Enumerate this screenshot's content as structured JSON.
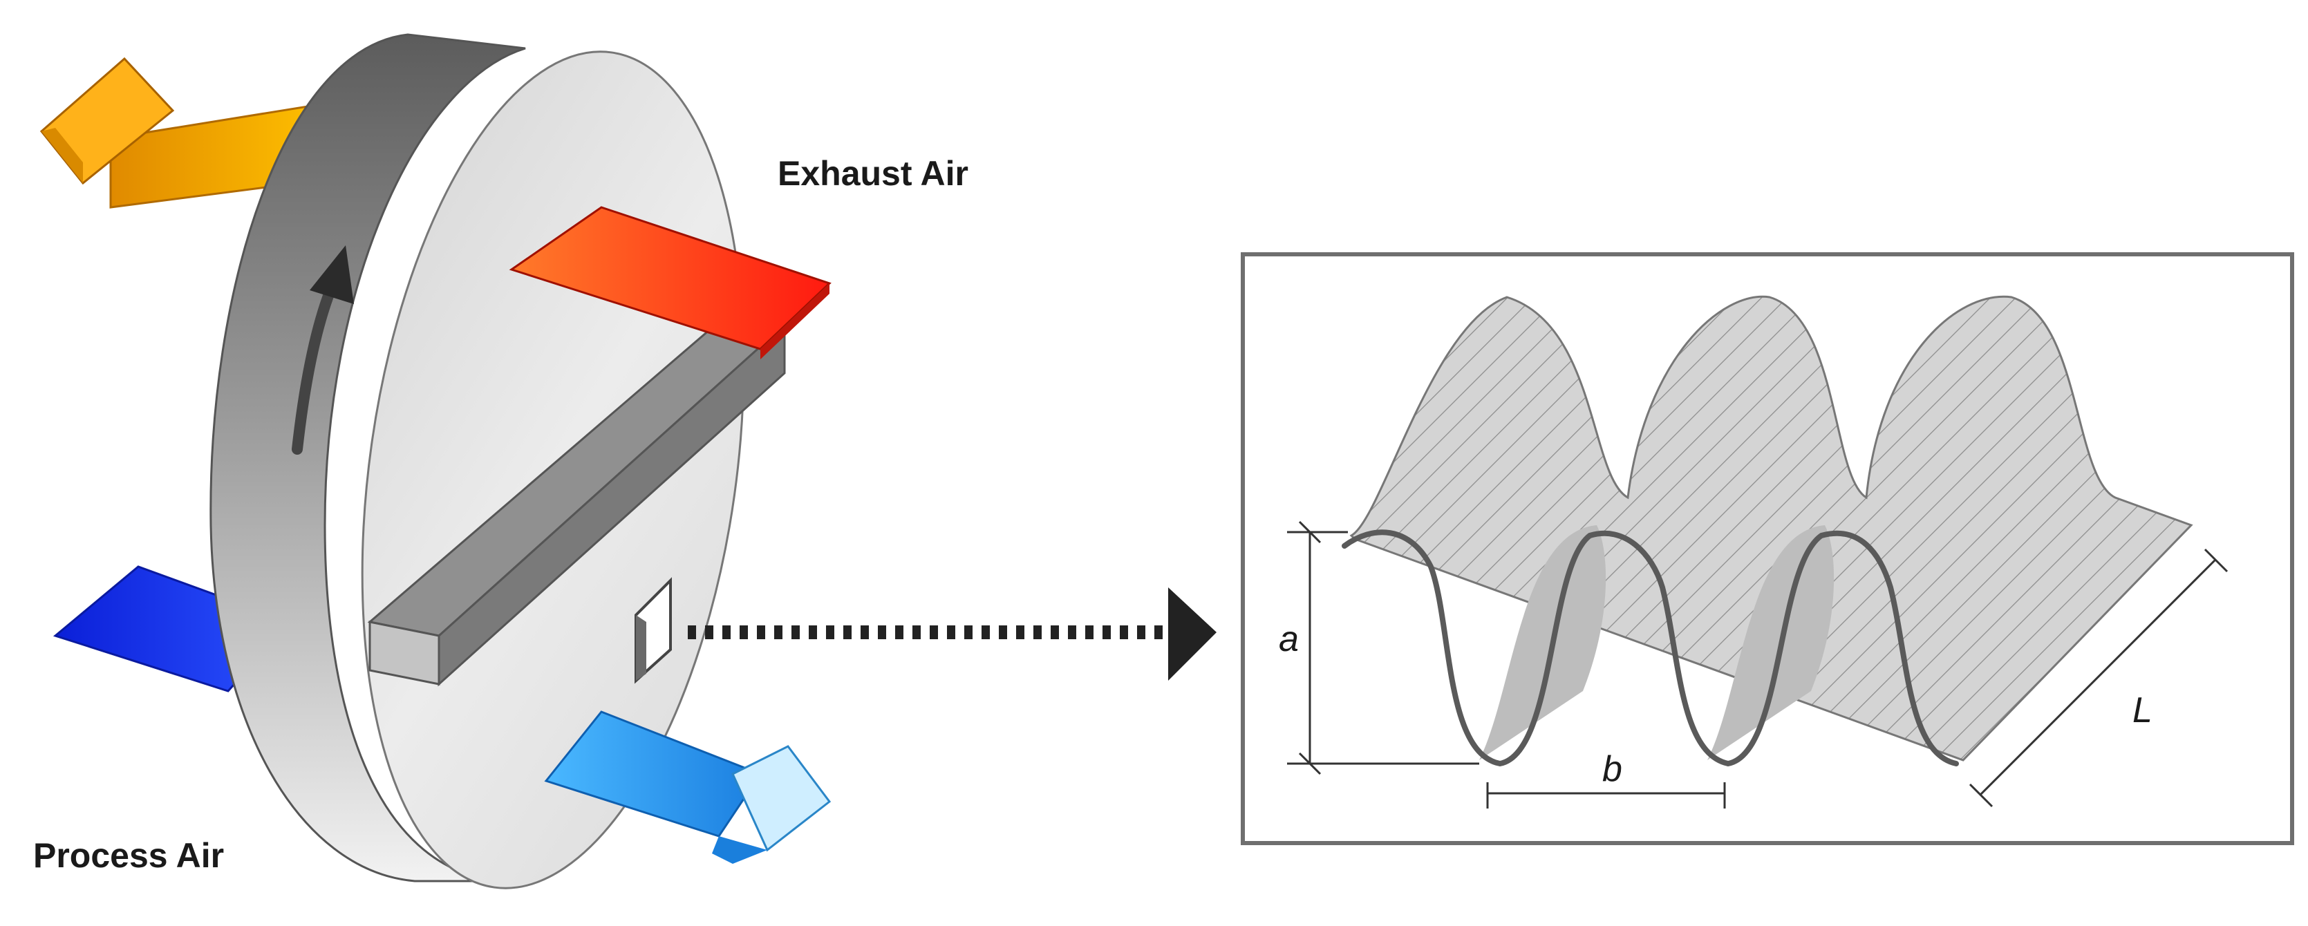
{
  "labels": {
    "exhaust_air": "Exhaust Air",
    "process_air": "Process Air"
  },
  "dimensions": {
    "a": "a",
    "b": "b",
    "L": "L"
  },
  "colors": {
    "wheel_face": "#e9e9e9",
    "wheel_rim_dark": "#6b6b6b",
    "exhaust_in": "#ff3a1a",
    "exhaust_out": "#ffb000",
    "process_in": "#1a3cff",
    "process_out": "#2aa7ff",
    "duct": "#8a8a8a",
    "corrugation_fill": "#cfcfcf",
    "frame": "#707070"
  },
  "icons": {
    "rotation": "rotation-arrow-icon",
    "detail_link": "dotted-arrow-icon"
  }
}
